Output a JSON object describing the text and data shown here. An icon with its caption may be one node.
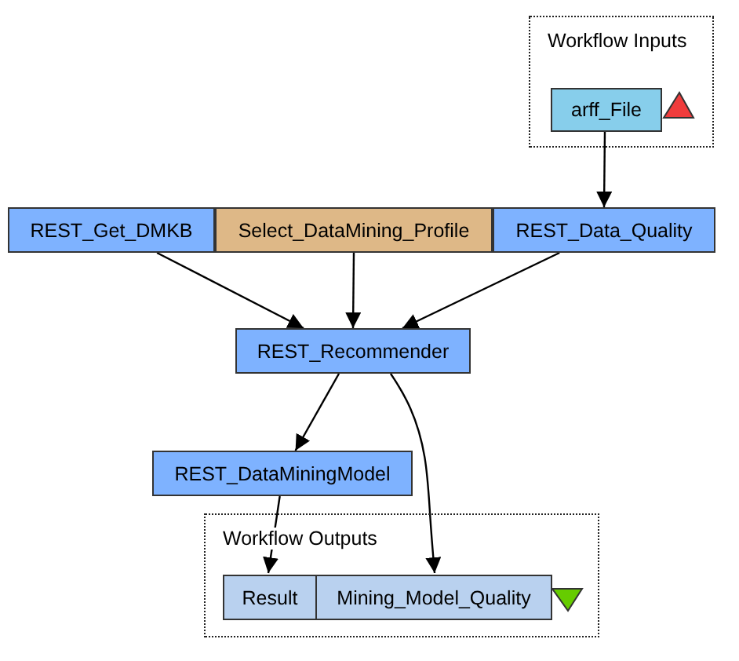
{
  "diagram": {
    "nodes": [
      {
        "text": [
          "Workflow Inputs"
        ]
      },
      {
        "text": [
          "arff_File"
        ],
        "in": 0
      },
      {
        "text": [
          "REST_Get_DMKB"
        ]
      },
      {
        "text": [
          "Select_DataMining_Profile"
        ]
      },
      {
        "text": [
          "REST_Data_Quality"
        ]
      },
      {
        "text": [
          "REST_Recommender"
        ]
      },
      {
        "text": [
          "REST_DataMiningModel"
        ]
      },
      {
        "text": [
          "Workflow Outputs"
        ]
      },
      {
        "text": [
          "Result"
        ],
        "in": 7
      },
      {
        "text": [
          "Mining_Model_Quality"
        ],
        "in": 7
      }
    ],
    "edges": [
      {
        "from": 1,
        "to": 4,
        "arrow": "to"
      },
      {
        "from": 2,
        "to": 5,
        "arrow": "to"
      },
      {
        "from": 3,
        "to": 5,
        "arrow": "to"
      },
      {
        "from": 4,
        "to": 5,
        "arrow": "to"
      },
      {
        "from": 5,
        "to": 6,
        "arrow": "to"
      },
      {
        "from": 5,
        "to": 9,
        "arrow": "to"
      },
      {
        "from": 6,
        "to": 8,
        "arrow": "to"
      }
    ]
  }
}
